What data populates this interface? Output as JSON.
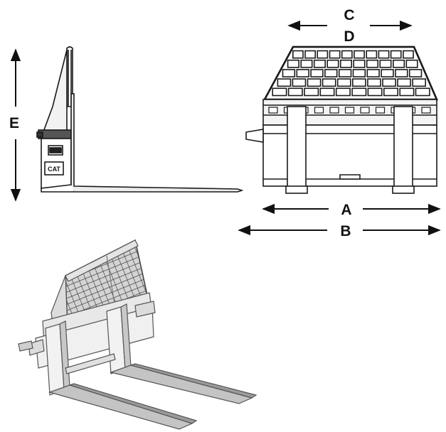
{
  "dimension_labels": {
    "A": "A",
    "B": "B",
    "C": "C",
    "D": "D",
    "E": "E"
  },
  "side_view": {
    "logo_text": "CAT"
  },
  "colors": {
    "line": "#1a1a1a",
    "fill_light": "#e6e6e6",
    "fill_mid": "#cfcfcf",
    "fill_dark": "#9a9a9a"
  }
}
